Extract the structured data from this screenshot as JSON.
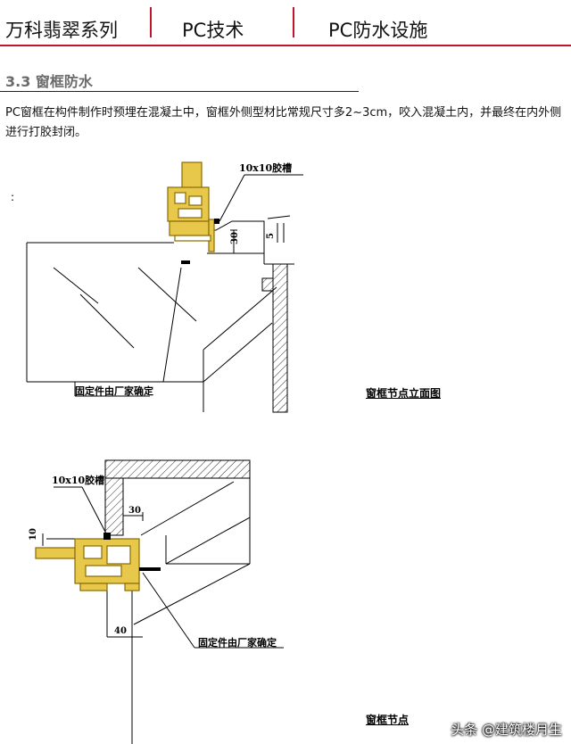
{
  "header": {
    "tabs": [
      "万科翡翠系列",
      "PC技术",
      "PC防水设施"
    ],
    "accent_color": "#c0152a"
  },
  "section": {
    "title": "3.3 窗框防水",
    "paragraph": "PC窗框在构件制作时预埋在混凝土中，窗框外侧型材比常规尺寸多2~3cm，咬入混凝土内，并最终在内外侧进行打胶封闭。",
    "colon_mark": ":"
  },
  "drawing1": {
    "groove_label": "10x10胶槽",
    "dim_30": "30",
    "dim_5": "5",
    "fixing_label": "固定件由厂家确定",
    "caption": "窗框节点立面图"
  },
  "drawing2": {
    "groove_label": "10x10胶槽",
    "dim_10": "10",
    "dim_30": "30",
    "dim_40": "40",
    "fixing_label": "固定件由厂家确定",
    "caption": "窗框节点"
  },
  "watermark": "头条 @建筑楼月生",
  "colors": {
    "frame_fill": "#e8c84a",
    "frame_stroke": "#8a6a00",
    "line": "#000000"
  }
}
